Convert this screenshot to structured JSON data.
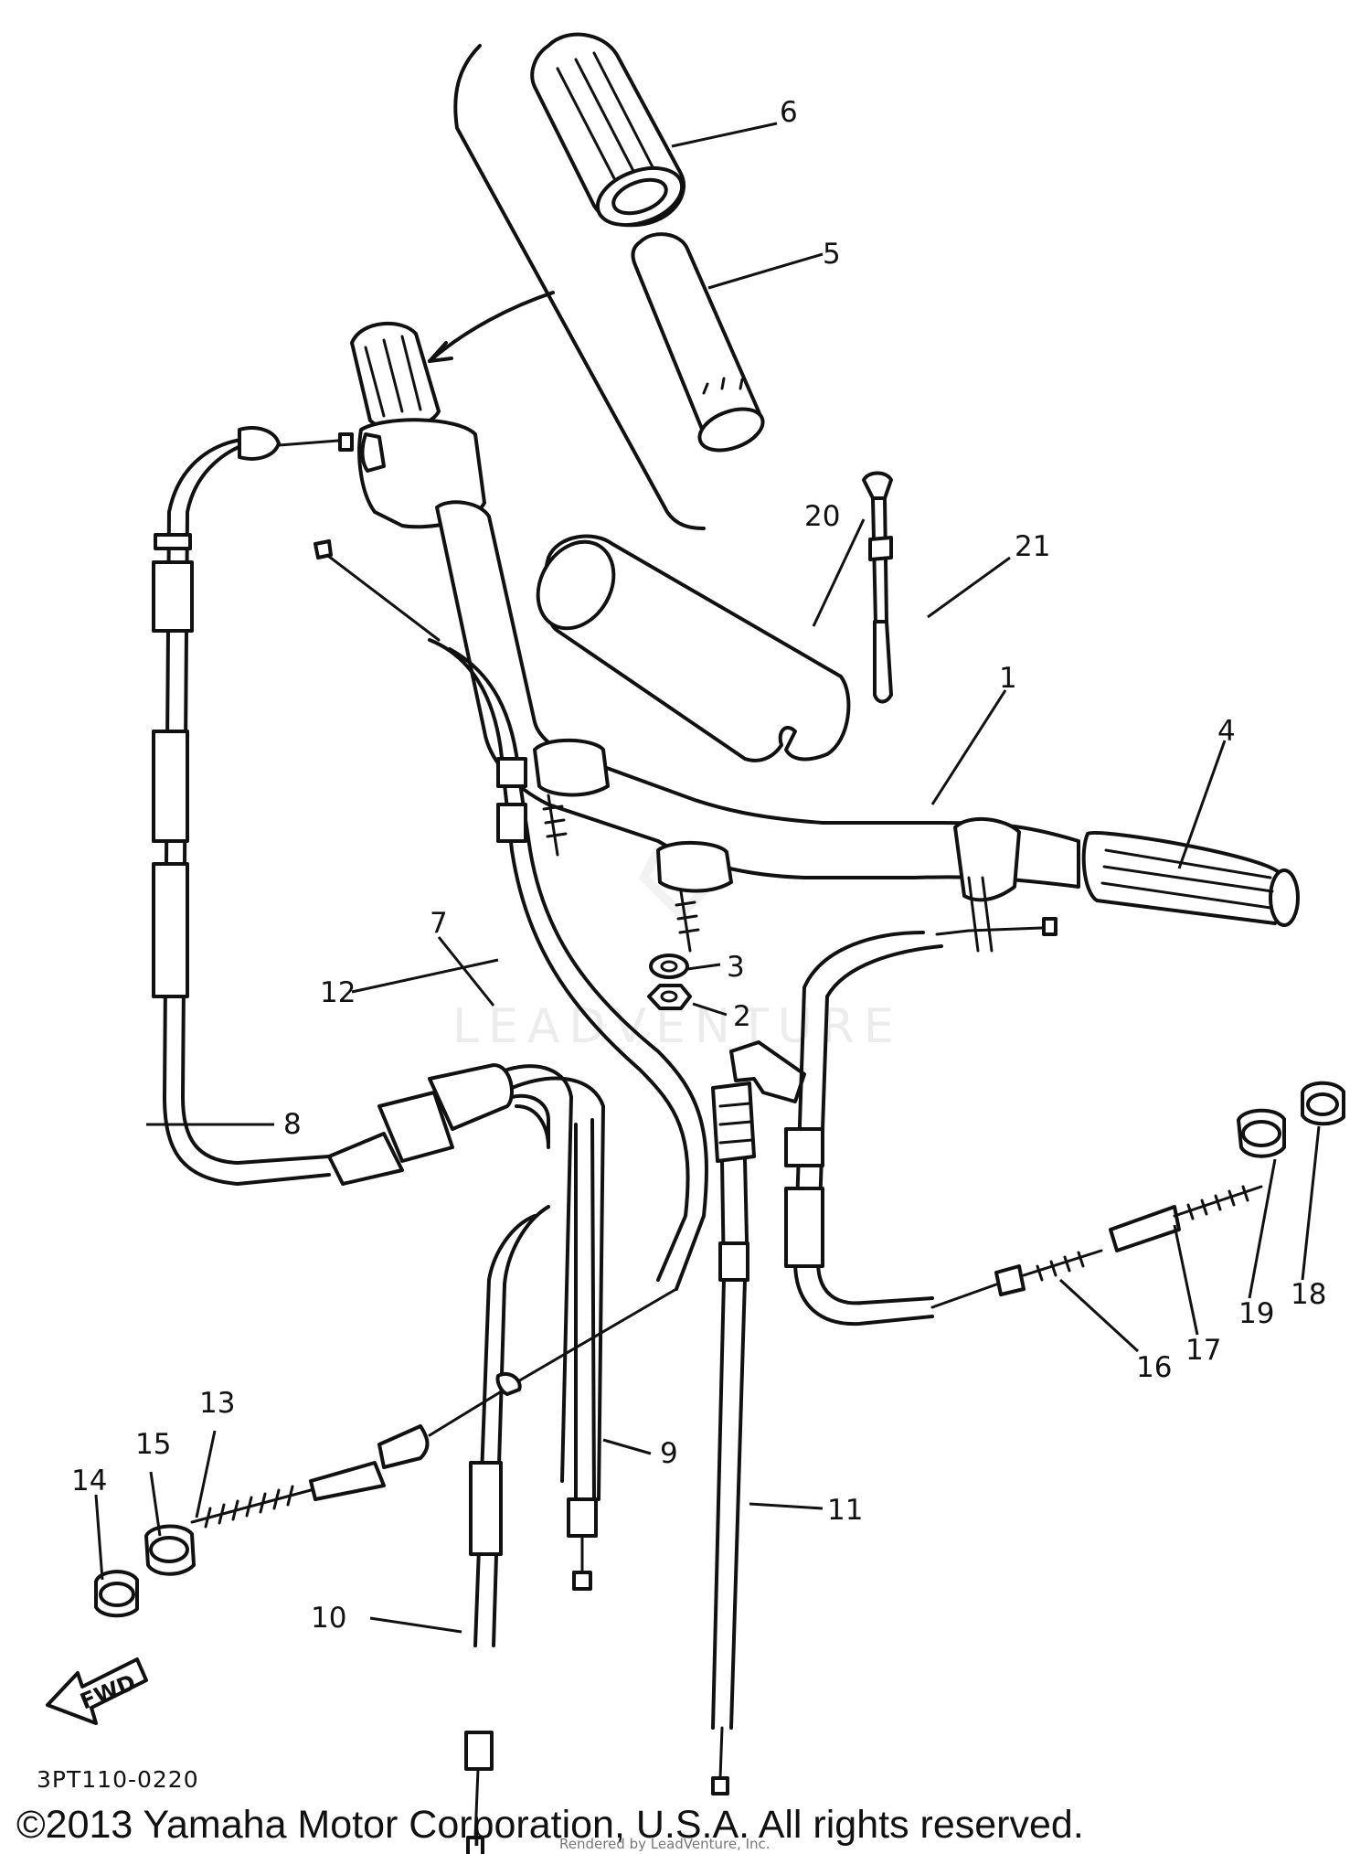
{
  "diagram": {
    "callouts": [
      {
        "id": "1",
        "label": "1"
      },
      {
        "id": "2",
        "label": "2"
      },
      {
        "id": "3",
        "label": "3"
      },
      {
        "id": "4",
        "label": "4"
      },
      {
        "id": "5",
        "label": "5"
      },
      {
        "id": "6",
        "label": "6"
      },
      {
        "id": "7",
        "label": "7"
      },
      {
        "id": "8",
        "label": "8"
      },
      {
        "id": "9",
        "label": "9"
      },
      {
        "id": "10",
        "label": "10"
      },
      {
        "id": "11",
        "label": "11"
      },
      {
        "id": "12",
        "label": "12"
      },
      {
        "id": "13",
        "label": "13"
      },
      {
        "id": "14",
        "label": "14"
      },
      {
        "id": "15",
        "label": "15"
      },
      {
        "id": "16",
        "label": "16"
      },
      {
        "id": "17",
        "label": "17"
      },
      {
        "id": "18",
        "label": "18"
      },
      {
        "id": "19",
        "label": "19"
      },
      {
        "id": "20",
        "label": "20"
      },
      {
        "id": "21",
        "label": "21"
      }
    ],
    "diagram_code": "3PT110-0220",
    "direction_label": "FWD",
    "watermark": "LEADVENTURE",
    "copyright": "©2013 Yamaha Motor Corporation, U.S.A. All rights reserved.",
    "rendered_by": "Rendered by LeadVenture, Inc."
  }
}
